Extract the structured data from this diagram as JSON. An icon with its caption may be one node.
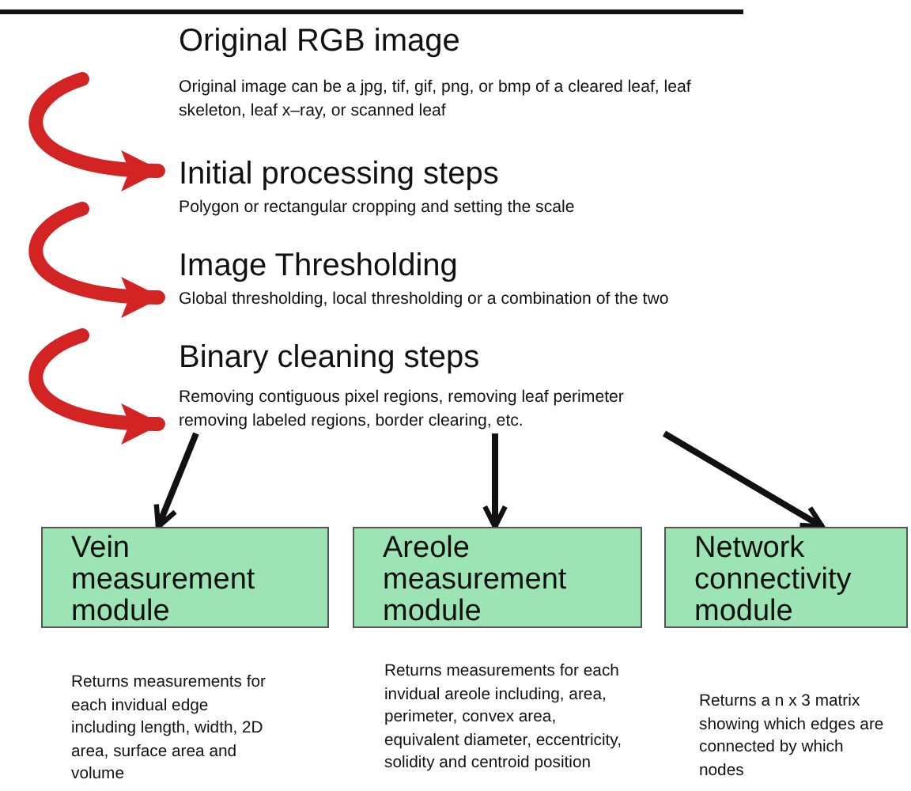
{
  "diagram": {
    "nodes": [
      {
        "text": [
          "Original RGB image",
          "Original image can be a jpg, tif, gif, png, or bmp of a cleared leaf, leaf skeleton, leaf x–ray, or scanned leaf"
        ]
      },
      {
        "text": [
          "Initial processing steps",
          "Polygon or rectangular cropping and setting the scale"
        ]
      },
      {
        "text": [
          "Image Thresholding",
          "Global thresholding, local thresholding or a combination of the two"
        ]
      },
      {
        "text": [
          "Binary cleaning steps",
          "Removing contiguous pixel regions, removing leaf perimeter removing labeled regions, border clearing, etc."
        ]
      },
      {
        "text": [
          "Vein measurement module"
        ],
        "beside": [
          "Returns measurements for each invidual edge including length, width, 2D area, surface area and volume"
        ]
      },
      {
        "text": [
          "Areole measurement module"
        ],
        "beside": [
          "Returns measurements for each invidual areole including, area, perimeter, convex area, equivalent diameter, eccentricity, solidity and centroid position"
        ]
      },
      {
        "text": [
          "Network connectivity module"
        ],
        "beside": [
          "Returns a n x 3 matrix showing which edges are connected by which nodes"
        ]
      }
    ],
    "edges": [
      {
        "from": null,
        "to": 1,
        "arrow": "to",
        "style": "thick",
        "color": "#d42323"
      },
      {
        "from": null,
        "to": 2,
        "arrow": "to",
        "style": "thick",
        "color": "#d42323"
      },
      {
        "from": null,
        "to": 3,
        "arrow": "to",
        "style": "thick",
        "color": "#d42323"
      },
      {
        "from": 3,
        "to": 4,
        "arrow": "to",
        "color": "#111111"
      },
      {
        "from": 3,
        "to": 5,
        "arrow": "to",
        "color": "#111111"
      },
      {
        "from": 3,
        "to": 6,
        "arrow": "to",
        "color": "#111111"
      }
    ]
  }
}
